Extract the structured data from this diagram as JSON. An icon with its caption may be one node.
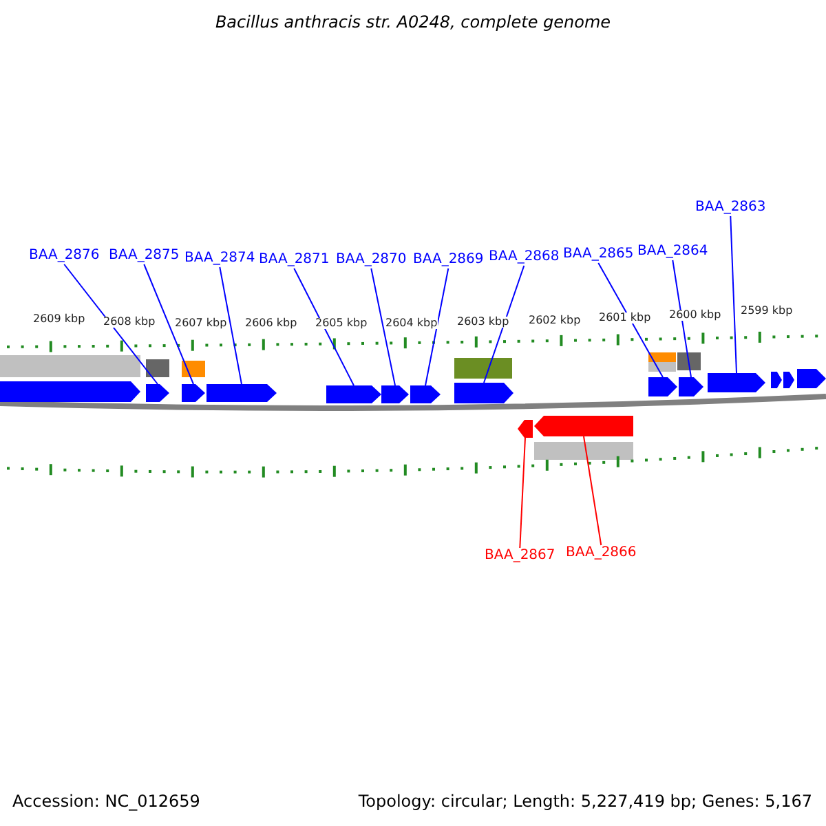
{
  "diagram": {
    "title": "Bacillus anthracis str. A0248, complete genome",
    "nodes": [
      {
        "text": [
          "BAA_2876"
        ]
      },
      {
        "text": [
          "BAA_2875"
        ]
      },
      {
        "text": [
          "BAA_2874"
        ]
      },
      {
        "text": [
          "BAA_2871"
        ]
      },
      {
        "text": [
          "BAA_2870"
        ]
      },
      {
        "text": [
          "BAA_2869"
        ]
      },
      {
        "text": [
          "BAA_2868"
        ]
      },
      {
        "text": [
          "BAA_2865"
        ]
      },
      {
        "text": [
          "BAA_2864"
        ]
      },
      {
        "text": [
          "BAA_2863"
        ]
      },
      {
        "text": [
          "BAA_2867"
        ]
      },
      {
        "text": [
          "BAA_2866"
        ]
      },
      {
        "text": [],
        "shape": "pentagon"
      },
      {
        "text": [],
        "shape": "pentagon"
      },
      {
        "text": [],
        "shape": "pentagon"
      },
      {
        "text": [],
        "shape": "pentagon"
      },
      {
        "text": [],
        "shape": "pentagon"
      },
      {
        "text": [],
        "shape": "pentagon"
      },
      {
        "text": [],
        "shape": "pentagon"
      },
      {
        "text": [],
        "shape": "pentagon"
      },
      {
        "text": [],
        "shape": "pentagon"
      },
      {
        "text": [],
        "shape": "pentagon"
      },
      {
        "text": [],
        "shape": "pentagon"
      },
      {
        "text": [],
        "shape": "pentagon"
      },
      {
        "text": [],
        "shape": "pentagon"
      },
      {
        "text": [],
        "shape": "pentagon"
      },
      {
        "text": [],
        "shape": "pentagon"
      },
      {
        "text": [],
        "shape": "pentagon"
      }
    ],
    "edges": [
      {
        "from": 0,
        "to": 12,
        "arrow": "none"
      },
      {
        "from": 1,
        "to": 13,
        "arrow": "none"
      },
      {
        "from": 2,
        "to": 14,
        "arrow": "none"
      },
      {
        "from": 3,
        "to": 15,
        "arrow": "none"
      },
      {
        "from": 4,
        "to": 16,
        "arrow": "none"
      },
      {
        "from": 5,
        "to": 17,
        "arrow": "none"
      },
      {
        "from": 6,
        "to": 18,
        "arrow": "none"
      },
      {
        "from": 7,
        "to": 19,
        "arrow": "none"
      },
      {
        "from": 8,
        "to": 20,
        "arrow": "none"
      },
      {
        "from": 9,
        "to": 21,
        "arrow": "none"
      },
      {
        "from": 10,
        "to": 22,
        "arrow": "none",
        "color": "#ff0000"
      },
      {
        "from": 11,
        "to": 23,
        "arrow": "none",
        "color": "#ff0000"
      }
    ],
    "labels": [
      "2609 kbp",
      "2608 kbp",
      "2607 kbp",
      "2606 kbp",
      "2605 kbp",
      "2604 kbp",
      "2603 kbp",
      "2602 kbp",
      "2601 kbp",
      "2600 kbp",
      "2599 kbp",
      "Accession: NC_012659",
      "Topology: circular; Length: 5,227,419 bp; Genes: 5,167"
    ]
  }
}
